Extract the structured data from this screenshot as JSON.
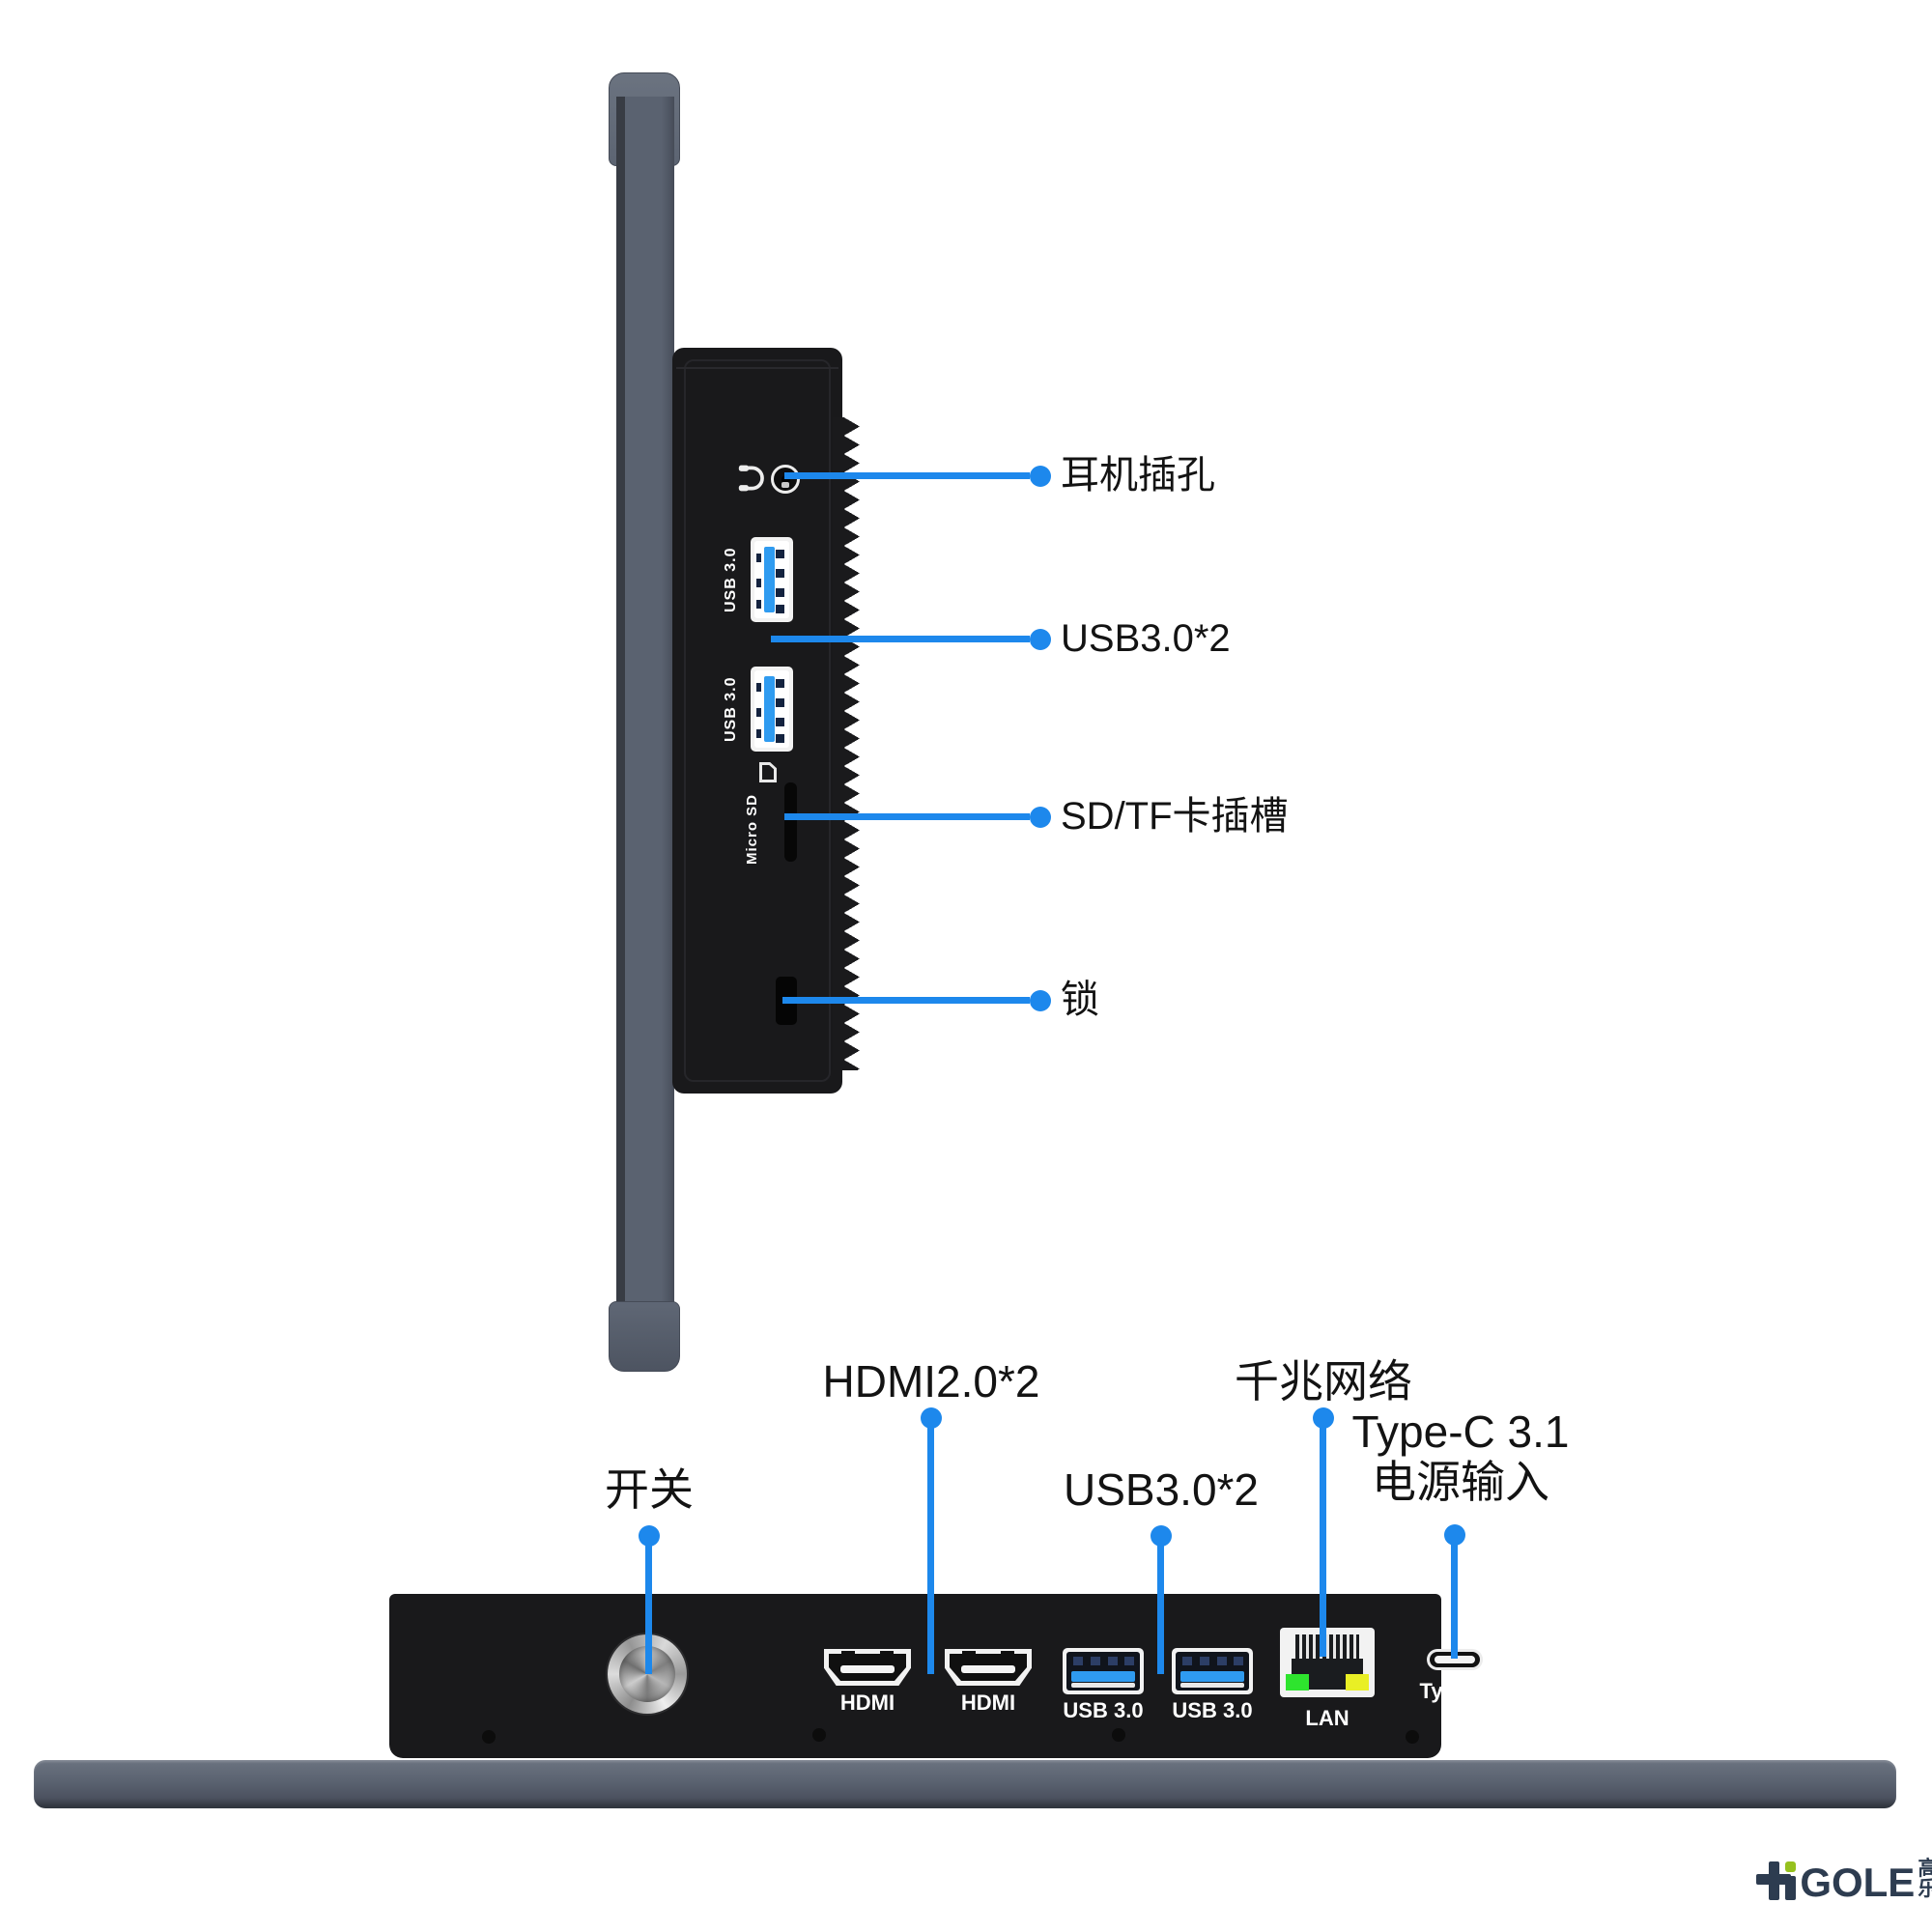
{
  "brand": {
    "logo_text": "GOLE",
    "logo_cn": "高乐",
    "colors": {
      "accent_blue": "#1d88ec",
      "logo_navy": "#2d3c50",
      "logo_green": "#96c11e"
    }
  },
  "side_view": {
    "port_labels": {
      "usb1": "USB 3.0",
      "usb2": "USB 3.0",
      "microsd": "Micro SD"
    },
    "callouts": [
      {
        "label": "耳机插孔"
      },
      {
        "label": "USB3.0*2"
      },
      {
        "label": "SD/TF卡插槽"
      },
      {
        "label": "锁"
      }
    ]
  },
  "bottom_view": {
    "port_labels": {
      "hdmi1": "HDMI",
      "hdmi2": "HDMI",
      "usb1": "USB 3.0",
      "usb2": "USB 3.0",
      "lan": "LAN",
      "typec": "Type-C"
    },
    "callouts": {
      "power": "开关",
      "hdmi": "HDMI2.0*2",
      "usb": "USB3.0*2",
      "lan": "千兆网络",
      "typec_line1": "Type-C 3.1",
      "typec_line2": "电源输入"
    }
  }
}
